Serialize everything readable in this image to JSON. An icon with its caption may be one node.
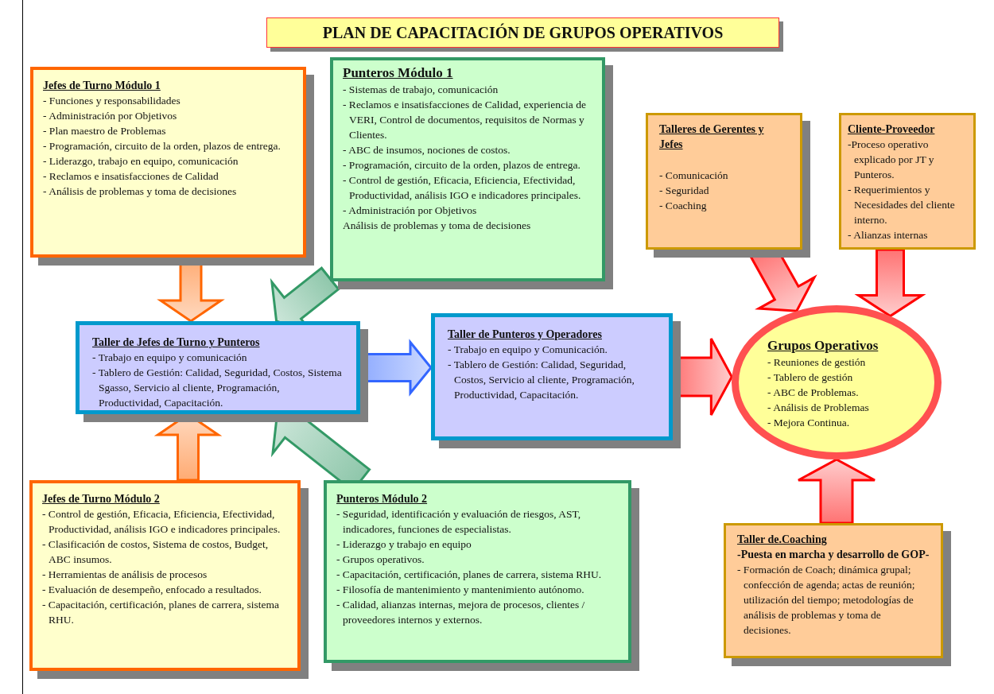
{
  "diagram": {
    "title": "PLAN DE CAPACITACIÓN DE GRUPOS OPERATIVOS",
    "nodes": [
      {
        "text": [
          "Jefes de Turno Módulo 1",
          "- Funciones y responsabilidades",
          "- Administración por Objetivos",
          "- Plan maestro de Problemas",
          "- Programación, circuito de la orden, plazos de entrega.",
          "- Liderazgo, trabajo en equipo, comunicación",
          "- Reclamos e insatisfacciones de Calidad",
          "- Análisis de problemas y toma de decisiones"
        ]
      },
      {
        "text": [
          "Punteros  Módulo 1",
          "- Sistemas de trabajo, comunicación",
          "- Reclamos e insatisfacciones de Calidad, experiencia de VERI, Control de documentos, requisitos de Normas y Clientes.",
          "- ABC de insumos, nociones de costos.",
          "- Programación, circuito de la orden, plazos de entrega.",
          "- Control de gestión, Eficacia, Eficiencia, Efectividad, Productividad, análisis IGO e indicadores principales.",
          "- Administración por Objetivos",
          "Análisis de problemas y toma de decisiones"
        ]
      },
      {
        "text": [
          "Talleres de Gerentes y Jefes",
          "- Comunicación",
          "- Seguridad",
          "- Coaching"
        ]
      },
      {
        "text": [
          "Cliente-Proveedor",
          "-Proceso operativo explicado por JT y Punteros.",
          "- Requerimientos y Necesidades del cliente interno.",
          "- Alianzas internas"
        ]
      },
      {
        "text": [
          "Taller de Jefes de Turno y Punteros",
          "- Trabajo en equipo y comunicación",
          "- Tablero de Gestión: Calidad, Seguridad, Costos, Sistema Sgasso, Servicio al cliente, Programación, Productividad, Capacitación."
        ]
      },
      {
        "text": [
          "Taller de Punteros y Operadores",
          "- Trabajo en equipo y Comunicación.",
          "- Tablero de Gestión: Calidad, Seguridad, Costos, Servicio al cliente, Programación,  Productividad, Capacitación."
        ]
      },
      {
        "text": [
          "Grupos Operativos",
          "- Reuniones de gestión",
          "- Tablero de gestión",
          "-  ABC de Problemas.",
          "- Análisis de Problemas",
          "- Mejora  Continua."
        ]
      },
      {
        "text": [
          "Jefes de Turno Módulo 2",
          "- Control de gestión, Eficacia, Eficiencia, Efectividad, Productividad, análisis IGO e indicadores principales.",
          "- Clasificación de costos, Sistema de costos, Budget, ABC insumos.",
          "- Herramientas de análisis de procesos",
          "- Evaluación de desempeño, enfocado a resultados.",
          "- Capacitación, certificación, planes de carrera,   sistema RHU."
        ]
      },
      {
        "text": [
          "Punteros  Módulo 2",
          "- Seguridad, identificación y evaluación de riesgos, AST, indicadores, funciones de especialistas.",
          "- Liderazgo y trabajo en equipo",
          "- Grupos operativos.",
          "- Capacitación, certificación, planes de carrera, sistema RHU.",
          "- Filosofía de mantenimiento y mantenimiento autónomo.",
          "- Calidad, alianzas internas, mejora de procesos, clientes / proveedores  internos y externos."
        ]
      },
      {
        "text": [
          "Taller de.Coaching",
          "-Puesta en marcha y desarrollo de GOP-",
          "- Formación de Coach; dinámica grupal; confección de agenda; actas de reunión; utilización del tiempo; metodologías de análisis de problemas y toma de decisiones."
        ]
      }
    ],
    "edges": [
      {
        "from": 0,
        "to": 4,
        "arrow": "to",
        "color": "#ff6600"
      },
      {
        "from": 1,
        "to": 4,
        "arrow": "to",
        "color": "#339966"
      },
      {
        "from": 7,
        "to": 4,
        "arrow": "to",
        "color": "#ff6600"
      },
      {
        "from": 8,
        "to": 4,
        "arrow": "to",
        "color": "#339966"
      },
      {
        "from": 4,
        "to": 5,
        "arrow": "to",
        "color": "#3366ff"
      },
      {
        "from": 5,
        "to": 6,
        "arrow": "to"
      },
      {
        "from": 2,
        "to": 6,
        "arrow": "to"
      },
      {
        "from": 3,
        "to": 6,
        "arrow": "to"
      },
      {
        "from": 9,
        "to": 6,
        "arrow": "to"
      }
    ]
  }
}
